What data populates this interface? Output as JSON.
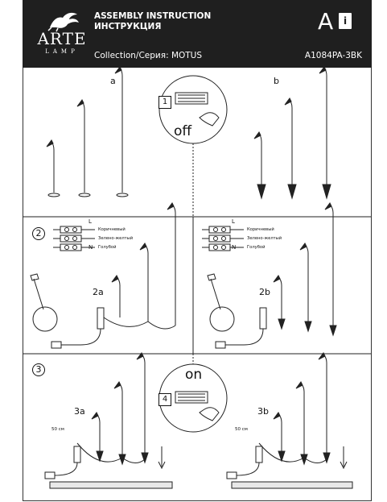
{
  "header": {
    "logo_word": "ARTE",
    "logo_sub": "LAMP",
    "title_en": "ASSEMBLY INSTRUCTION",
    "title_ru": "ИНСТРУКЦИЯ",
    "collection": "Collection/Серия: MOTUS",
    "model": "A1084PA-3BK",
    "corner_letter": "A",
    "corner_book_letter": "i"
  },
  "section1": {
    "label_a": "a",
    "label_b": "b",
    "step_box": "1",
    "state": "off"
  },
  "section2": {
    "number": "2",
    "wire_L": "L",
    "wire_N": "N",
    "wire_brown": "Коричневый",
    "wire_yg": "Зелено-желтый",
    "wire_blue": "Голубой",
    "sub_a": "2a",
    "sub_b": "2b"
  },
  "section3": {
    "number": "3",
    "state": "on",
    "step_box": "4",
    "sub_a": "3a",
    "sub_b": "3b",
    "cable_length": "50 см"
  },
  "icons": {
    "logo": "griffin-logo-icon",
    "book": "info-book-icon",
    "earth": "ground-symbol-icon",
    "hand": "hand-switch-icon",
    "screwdriver": "screwdriver-icon",
    "arrow": "down-arrow-icon"
  }
}
